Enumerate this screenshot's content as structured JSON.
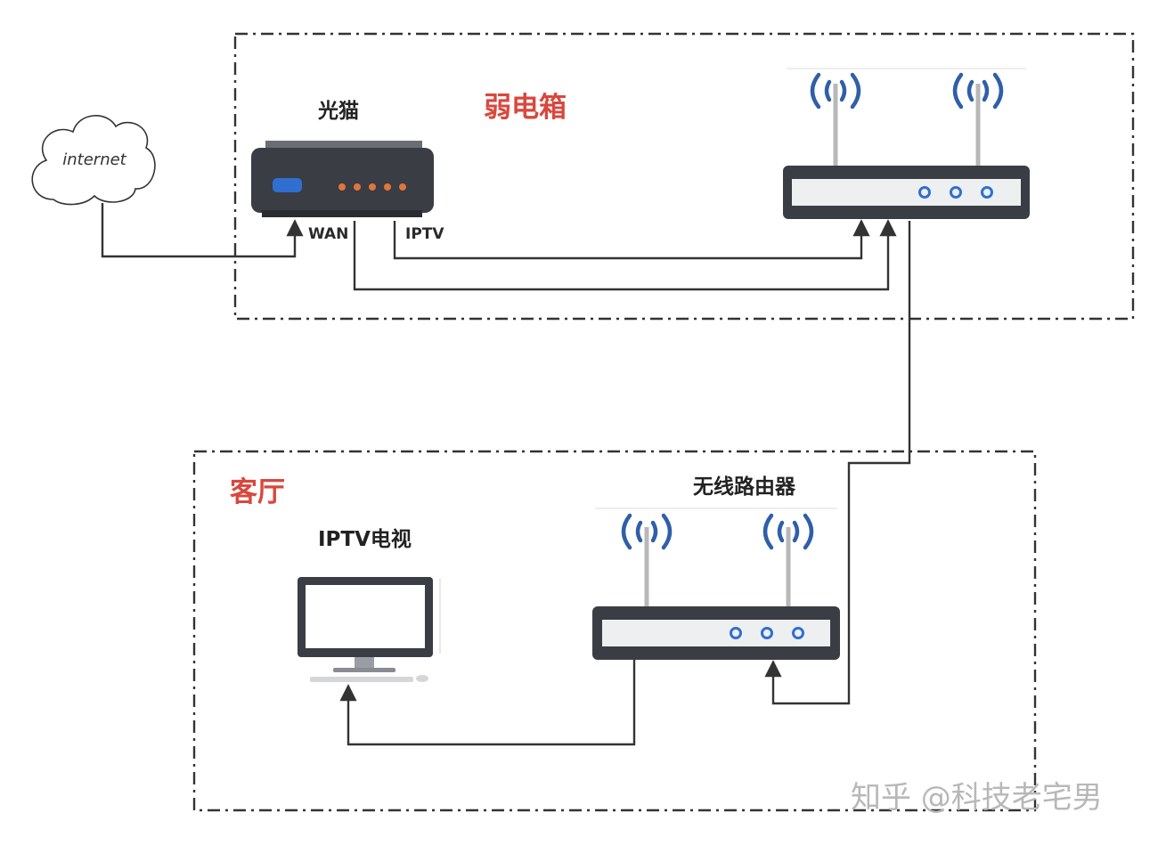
{
  "zones": {
    "cabinet_label": "弱电箱",
    "living_room_label": "客厅"
  },
  "cloud": {
    "label": "internet"
  },
  "devices": {
    "modem_label": "光猫",
    "modem_ports": {
      "wan": "WAN",
      "iptv": "IPTV"
    },
    "router_label": "无线路由器",
    "tv_label": "IPTV电视"
  },
  "watermark": "知乎 @科技老宅男",
  "colors": {
    "zone_title": "#d9473c",
    "line": "#333333",
    "wifi_waves": "#2f5fa8",
    "port_led": "#e0763a",
    "device_body": "#3a3d43"
  }
}
